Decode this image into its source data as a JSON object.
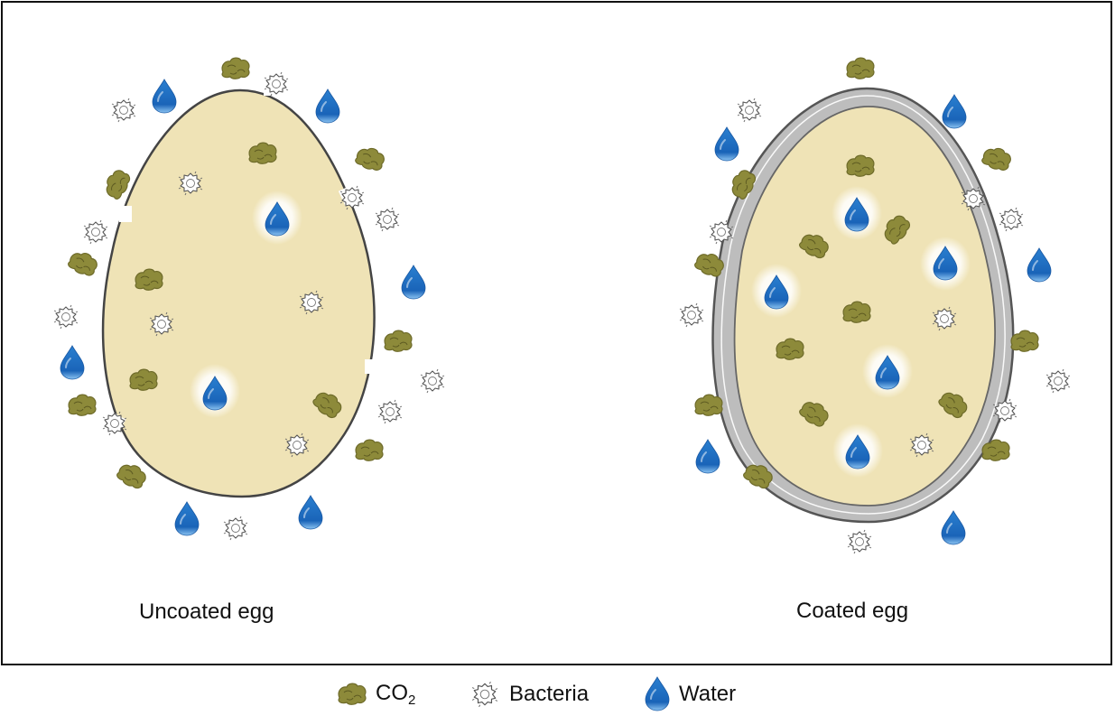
{
  "figure": {
    "caption_uncoated": "Uncoated egg",
    "caption_coated": "Coated egg"
  },
  "legend": {
    "co2_label": "CO",
    "co2_subscript": "2",
    "bacteria_label": "Bacteria",
    "water_label": "Water"
  },
  "colors": {
    "egg_fill": "#efe3b6",
    "egg_outline": "#444444",
    "coating": "#bdbdbd",
    "co2": "#8d8a3a",
    "co2_dark": "#5e5b22",
    "water": "#1f6fc0",
    "water_light": "#6fb0ea",
    "bacteria_stroke": "#555555"
  },
  "icons": {
    "co2": "co2-particle-icon",
    "bacteria": "bacteria-icon",
    "water": "water-drop-icon"
  }
}
